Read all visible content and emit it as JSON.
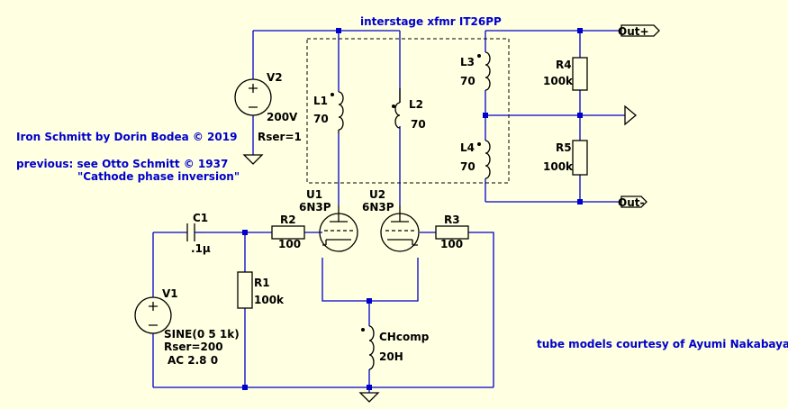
{
  "notes": {
    "title": "Iron Schmitt by Dorin Bodea © 2019",
    "previous": "previous: see Otto Schmitt © 1937",
    "previous_quote": "\"Cathode phase inversion\"",
    "transformer": "interstage xfmr IT26PP",
    "credits": "tube models courtesy of Ayumi Nakabayashi"
  },
  "components": {
    "V1": {
      "name": "V1",
      "line1": "SINE(0 5 1k)",
      "line2": "Rser=200",
      "line3": "AC 2.8 0"
    },
    "V2": {
      "name": "V2",
      "value": "200V",
      "rser": "Rser=1"
    },
    "C1": {
      "name": "C1",
      "value": ".1µ"
    },
    "R1": {
      "name": "R1",
      "value": "100k"
    },
    "R2": {
      "name": "R2",
      "value": "100"
    },
    "R3": {
      "name": "R3",
      "value": "100"
    },
    "R4": {
      "name": "R4",
      "value": "100k"
    },
    "R5": {
      "name": "R5",
      "value": "100k"
    },
    "L1": {
      "name": "L1",
      "value": "70"
    },
    "L2": {
      "name": "L2",
      "value": "70"
    },
    "L3": {
      "name": "L3",
      "value": "70"
    },
    "L4": {
      "name": "L4",
      "value": "70"
    },
    "U1": {
      "name": "U1",
      "model": "6N3P"
    },
    "U2": {
      "name": "U2",
      "model": "6N3P"
    },
    "CHcomp": {
      "name": "CHcomp",
      "value": "20H"
    }
  },
  "ports": {
    "out_plus": "Out+",
    "out_minus": "Out-"
  }
}
